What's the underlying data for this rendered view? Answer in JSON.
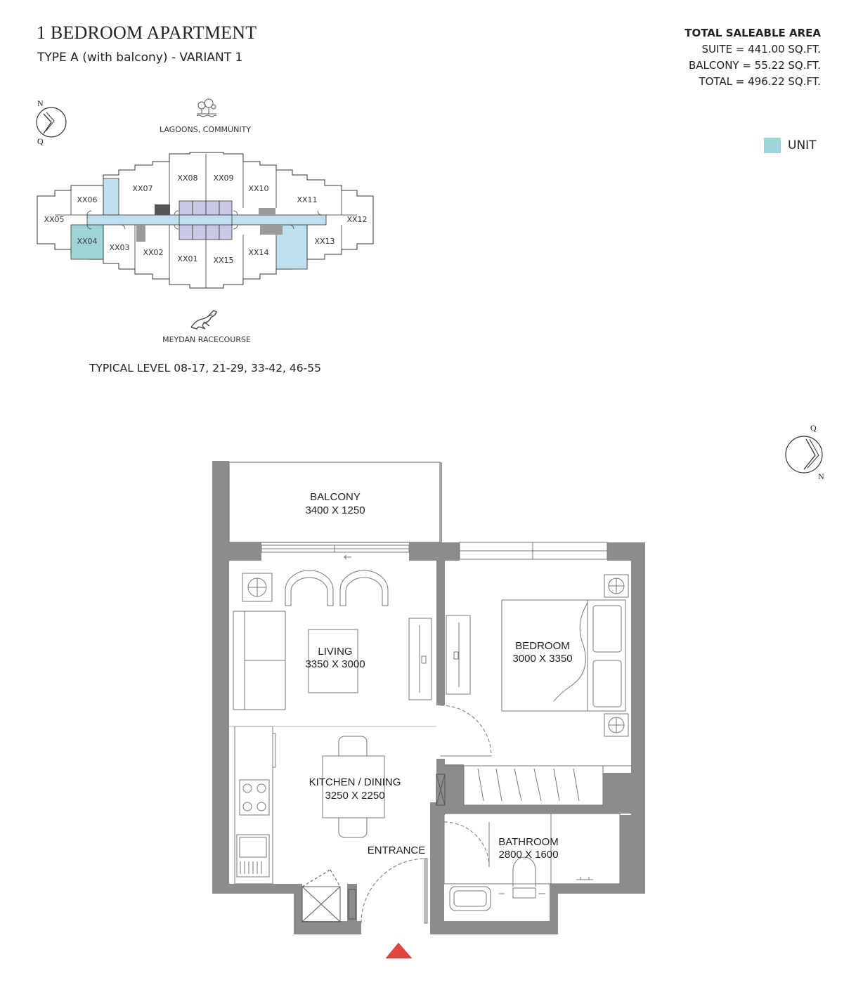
{
  "header": {
    "title": "1 BEDROOM APARTMENT",
    "subtitle": "TYPE A (with balcony) - VARIANT 1"
  },
  "area": {
    "heading": "TOTAL SALEABLE AREA",
    "suite": "SUITE = 441.00 SQ.FT.",
    "balcony": "BALCONY = 55.22 SQ.FT.",
    "total": "TOTAL = 496.22 SQ.FT."
  },
  "legend": {
    "label": "UNIT",
    "color": "#9fd5d7"
  },
  "key_plan": {
    "top_landmark": "LAGOONS, COMMUNITY",
    "bottom_landmark": "MEYDAN RACECOURSE",
    "level_text": "TYPICAL LEVEL 08-17, 21-29, 33-42, 46-55",
    "compass": {
      "north": "N",
      "other": "Q"
    },
    "units": [
      "XX01",
      "XX02",
      "XX03",
      "XX04",
      "XX05",
      "XX06",
      "XX07",
      "XX08",
      "XX09",
      "XX10",
      "XX11",
      "XX12",
      "XX13",
      "XX14",
      "XX15"
    ],
    "highlight_unit": "XX04",
    "highlight_color": "#9fd5d7",
    "corridor_color": "#bfe0ee",
    "core_color": "#c9c9e6"
  },
  "floor_plan": {
    "compass": {
      "north": "N",
      "other": "Q"
    },
    "wall_color": "#8c8c8c",
    "entrance_marker_color": "#e0463c",
    "rooms": {
      "balcony": {
        "name": "BALCONY",
        "dims": "3400 X 1250"
      },
      "living": {
        "name": "LIVING",
        "dims": "3350 X 3000"
      },
      "bedroom": {
        "name": "BEDROOM",
        "dims": "3000 X 3350"
      },
      "kitchen": {
        "name": "KITCHEN / DINING",
        "dims": "3250 X 2250"
      },
      "bathroom": {
        "name": "BATHROOM",
        "dims": "2800 X 1600"
      },
      "entrance": {
        "name": "ENTRANCE"
      }
    }
  }
}
